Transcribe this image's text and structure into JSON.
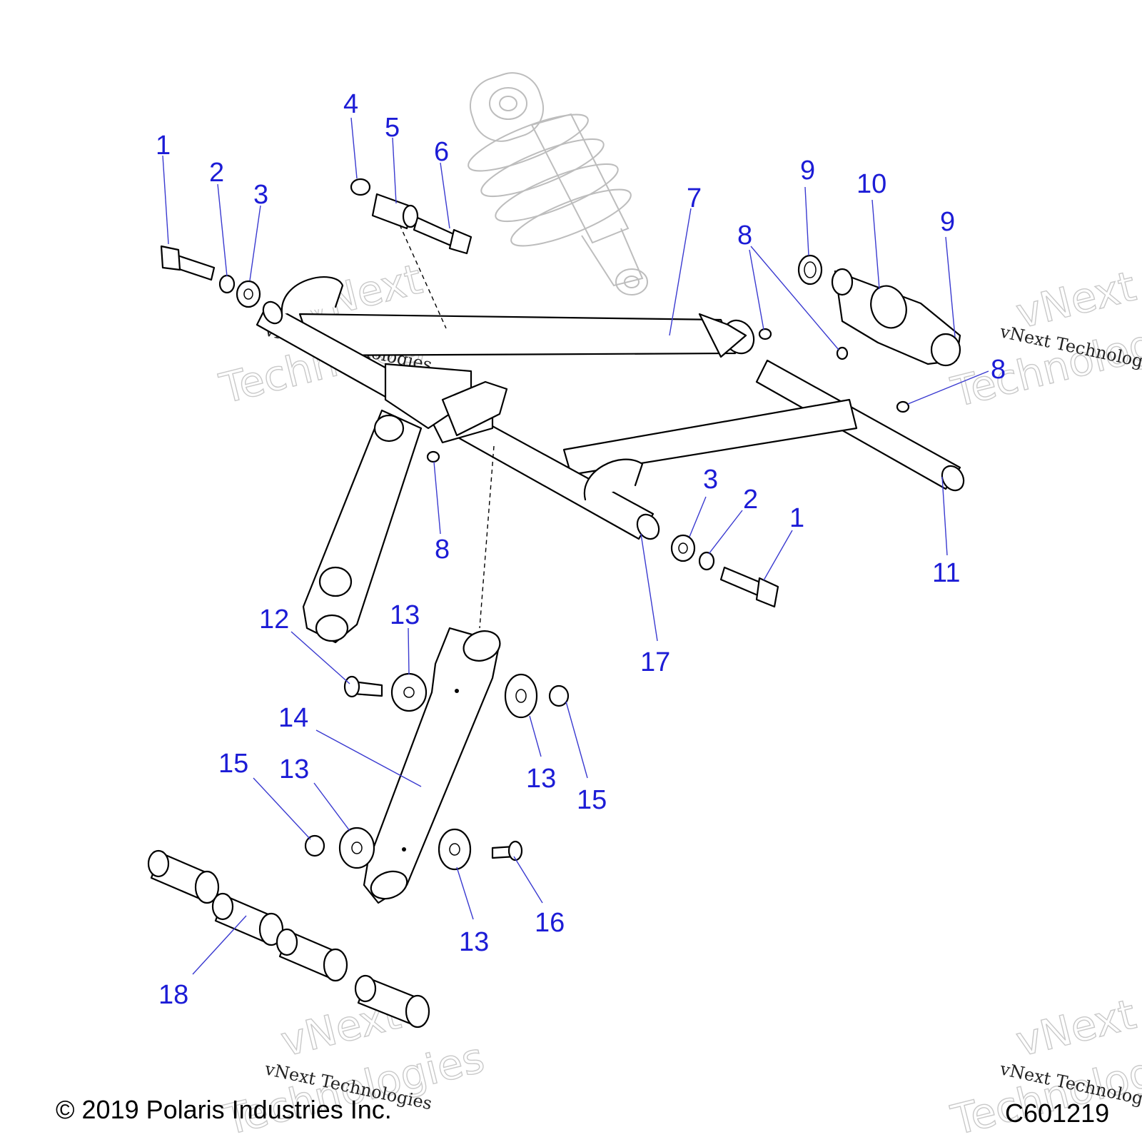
{
  "diagram": {
    "callouts": [
      {
        "id": "c1a",
        "text": "1"
      },
      {
        "id": "c2a",
        "text": "2"
      },
      {
        "id": "c3a",
        "text": "3"
      },
      {
        "id": "c4",
        "text": "4"
      },
      {
        "id": "c5",
        "text": "5"
      },
      {
        "id": "c6",
        "text": "6"
      },
      {
        "id": "c7",
        "text": "7"
      },
      {
        "id": "c8a",
        "text": "8"
      },
      {
        "id": "c9a",
        "text": "9"
      },
      {
        "id": "c10",
        "text": "10"
      },
      {
        "id": "c9b",
        "text": "9"
      },
      {
        "id": "c8b",
        "text": "8"
      },
      {
        "id": "c3b",
        "text": "3"
      },
      {
        "id": "c2b",
        "text": "2"
      },
      {
        "id": "c1b",
        "text": "1"
      },
      {
        "id": "c8c",
        "text": "8"
      },
      {
        "id": "c11",
        "text": "11"
      },
      {
        "id": "c12",
        "text": "12"
      },
      {
        "id": "c13a",
        "text": "13"
      },
      {
        "id": "c17",
        "text": "17"
      },
      {
        "id": "c14",
        "text": "14"
      },
      {
        "id": "c15a",
        "text": "15"
      },
      {
        "id": "c13b",
        "text": "13"
      },
      {
        "id": "c13c",
        "text": "13"
      },
      {
        "id": "c15b",
        "text": "15"
      },
      {
        "id": "c13d",
        "text": "13"
      },
      {
        "id": "c16",
        "text": "16"
      },
      {
        "id": "c18",
        "text": "18"
      }
    ]
  },
  "watermark": {
    "brand_line1": "vNext",
    "brand_line2": "Technologies",
    "caption": "vNext Technologies"
  },
  "footer": {
    "copyright": "© 2019 Polaris Industries Inc.",
    "diagram_code": "C601219"
  }
}
